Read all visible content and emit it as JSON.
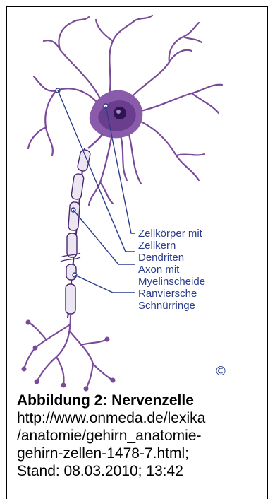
{
  "figure": {
    "labels": {
      "cell_body": [
        "Zellkörper mit",
        "Zellkern"
      ],
      "dendrites": "Dendriten",
      "axon": [
        "Axon mit",
        "Myelinscheide"
      ],
      "ranvier": [
        "Ranviersche",
        "Schnürringe"
      ]
    },
    "copyright_symbol": "©",
    "colors": {
      "neuron": "#7a4a9a",
      "neuron_dark": "#4a2670",
      "myelin": "#ece6f2",
      "label": "#2c3d8c"
    }
  },
  "caption": {
    "title": "Abbildung 2: Nervenzelle",
    "lines": [
      "http://www.onmeda.de/lexika",
      "/anatomie/gehirn_anatomie-",
      "gehirn-zellen-1478-7.html;",
      "Stand: 08.03.2010; 13:42"
    ]
  }
}
